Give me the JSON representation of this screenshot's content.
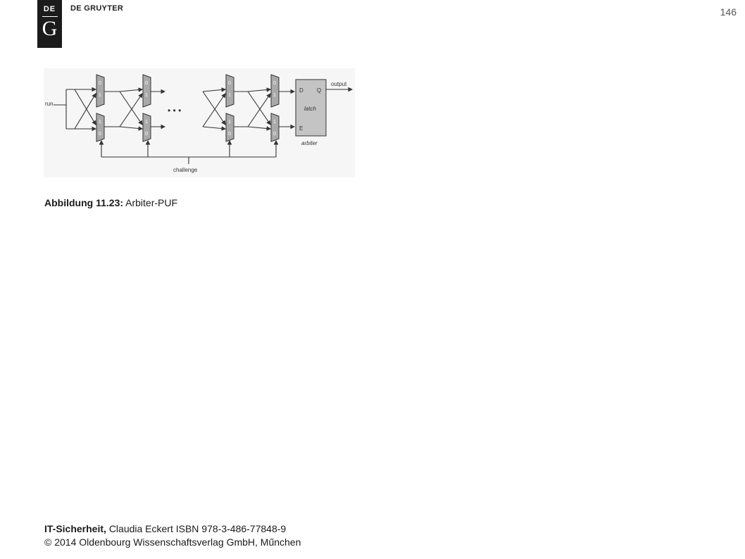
{
  "header": {
    "logo_top": "DE",
    "logo_bottom": "G",
    "publisher": "DE GRUYTER",
    "page_number": "146"
  },
  "figure": {
    "labels": {
      "run": "run",
      "challenge": "challenge",
      "output": "output",
      "latch": "latch",
      "arbiter": "arbiter",
      "d": "D",
      "q": "Q",
      "e": "E",
      "dots": "• • •",
      "zero": "0",
      "one": "1"
    }
  },
  "caption": {
    "label": "Abbildung 11.23:",
    "text": "Arbiter-PUF"
  },
  "footer": {
    "title": "IT-Sicherheit,",
    "line1_rest": "Claudia Eckert ISBN 978-3-486-77848-9",
    "line2": "© 2014 Oldenbourg Wissenschaftsverlag GmbH, Műnchen"
  }
}
